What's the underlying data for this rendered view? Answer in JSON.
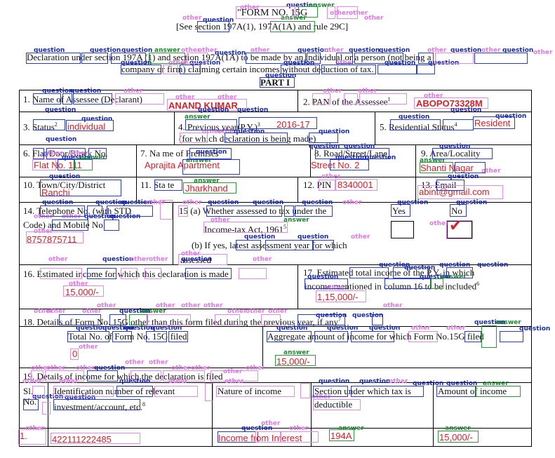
{
  "header": {
    "title": "\"FORM NO. 15G",
    "subtitle": "[See section 197A(1), 197A(1A) and rule 29C]",
    "declaration_line1": "Declaration under section 197A (1) and section 197A(1A) to be made by an individual or a person (not being a",
    "declaration_line2": "company or firm) claiming certain incomes without deduction of tax.",
    "part": "PART I"
  },
  "fields": {
    "name_label": "1. Name of Assessee (Declarant)",
    "name_value": "ANAND KUMAR",
    "pan_label": "2. PAN of the Assessee",
    "pan_sup": "1",
    "pan_value": "ABOPO73328M",
    "status_label": "3. Status",
    "status_sup": "2",
    "status_value": "individual",
    "py_label": "4. Previous year(P.Y.)",
    "py_sup": "3",
    "py_value": "2016-17",
    "py_label2": "(for which declaration is being made)",
    "residential_label": "5. Residential Status",
    "residential_sup": "4",
    "residential_value": "Resident",
    "flat_label": "6. Flat/Door/Block No.",
    "flat_value": "Flat No. 111",
    "premises_label": "7. Na me of Premises",
    "premises_value": "Aprajita Apartment",
    "road_label": "8. Road/Street/Lane",
    "road_value": "Street No. 2",
    "area_label": "9. Area/Locality",
    "area_value": "Shanti Nagar",
    "town_label": "10. Town/City/District",
    "town_value": "Ranchi",
    "state_label": "11. Sta te",
    "state_value": "Jharkhand",
    "pin_label": "12. PIN",
    "pin_value": "8340001",
    "email_label": "13. Email",
    "email_value": "abint@gmail.com",
    "phone_label1": "14. Telephone No. (with STD",
    "phone_label2": "Code) and Mobile No.",
    "phone_value": "8757875711",
    "assessed_label": "15 (a) Whether assessed to tax under the",
    "assessed_label2": "Income-tax Act, 1961",
    "assessed_sup": "5",
    "yes_label": "Yes",
    "no_label": "No",
    "assessed_checked": "No",
    "latest_label": "(b) If yes, latest assessment year for which",
    "latest_label2": "assessed",
    "est_income_label": "16. Estimated income for which this declaration is made",
    "est_income_value": "15,000/-",
    "total_income_label1": "17. Estimated total income of the P.Y. in which",
    "total_income_label2": "income mentioned in column 16 to be included",
    "total_income_sup": "6",
    "total_income_value": "1,15,000/-",
    "form_details_label": "18. Details of Form No. 15G other than this form filed during the previous year, if any",
    "form_details_sup": "7",
    "total_forms_label": "Total No. of Form No. 15G filed",
    "total_forms_value": "0",
    "aggregate_label": "Aggregate amount of income for which Form No.15G filed",
    "aggregate_value": "15,000/-",
    "income_details_label": "19. Details of income for which the declaration is filed"
  },
  "income_table": {
    "headers": {
      "col1": "Sl. No.",
      "col2a": "Identification number of relevant",
      "col2b": "investment/account, etc.",
      "col2_sup": "8",
      "col3": "Nature of income",
      "col4a": "Section under which tax is",
      "col4b": "deductible",
      "col5": "Amount of income"
    },
    "rows": [
      {
        "sl": "1.",
        "id": "422111222485",
        "nature": "Income from Interest",
        "section": "194A",
        "amount": "15,000/-"
      }
    ]
  },
  "annotation_labels": {
    "question": "question",
    "other": "other",
    "answer": "answer"
  },
  "colors": {
    "question": "#1a2ab0",
    "other": "#e278e8",
    "answer": "#1d8a2b",
    "filled_value": "#d8202a"
  }
}
